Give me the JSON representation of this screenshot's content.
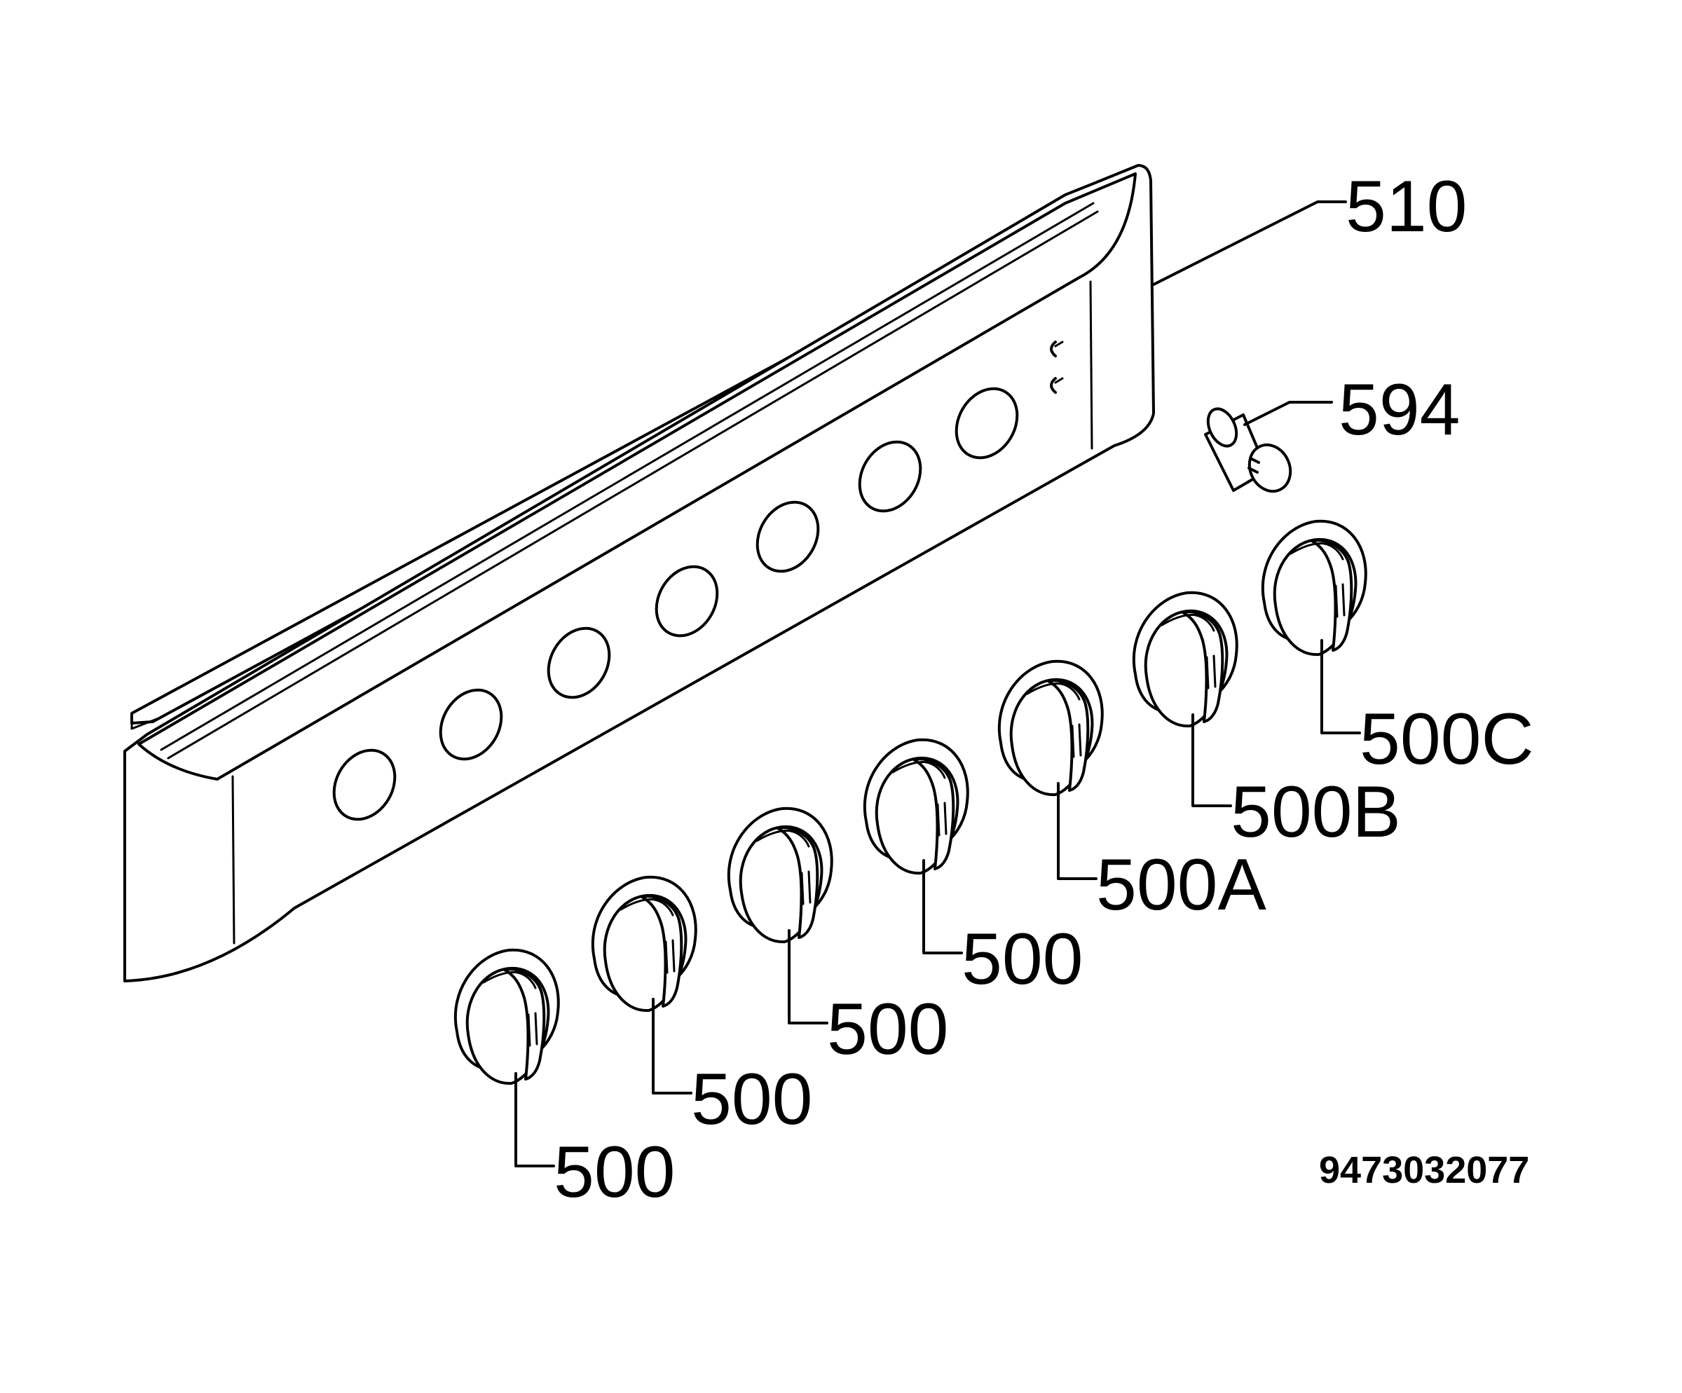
{
  "diagram": {
    "parts": {
      "panel": "510",
      "lamp": "594",
      "knob_1": "500",
      "knob_2": "500",
      "knob_3": "500",
      "knob_4": "500",
      "knob_5": "500A",
      "knob_6": "500B",
      "knob_7": "500C"
    },
    "document_number": "9473032077"
  }
}
